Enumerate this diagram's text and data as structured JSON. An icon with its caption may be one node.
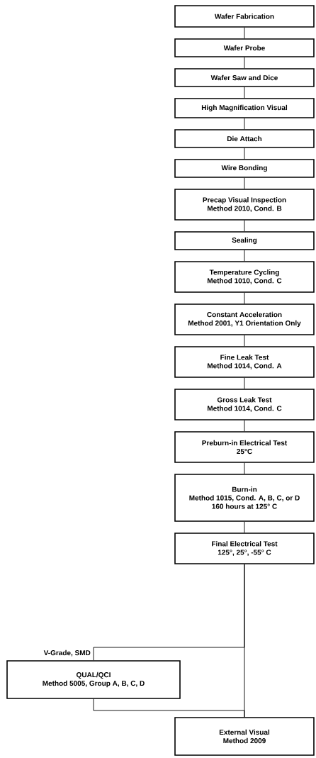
{
  "diagram": {
    "nodes": [
      {
        "text": [
          "Wafer Fabrication"
        ]
      },
      {
        "text": [
          "Wafer Probe"
        ]
      },
      {
        "text": [
          "Wafer Saw and Dice"
        ]
      },
      {
        "text": [
          "High Magnification Visual"
        ]
      },
      {
        "text": [
          "Die Attach"
        ]
      },
      {
        "text": [
          "Wire Bonding"
        ]
      },
      {
        "text": [
          "Precap Visual Inspection",
          "Method 2010, Cond. B"
        ]
      },
      {
        "text": [
          "Sealing"
        ]
      },
      {
        "text": [
          "Temperature Cycling",
          "Method 1010, Cond. C"
        ]
      },
      {
        "text": [
          "Constant Acceleration",
          "Method 2001, Y1 Orientation Only"
        ]
      },
      {
        "text": [
          "Fine Leak Test",
          "Method 1014, Cond. A"
        ]
      },
      {
        "text": [
          "Gross Leak Test",
          "Method 1014, Cond. C"
        ]
      },
      {
        "text": [
          "Preburn-in Electrical Test",
          "25°C"
        ]
      },
      {
        "text": [
          "Burn-in",
          "Method 1015, Cond. A, B, C, or D",
          "160 hours at 125° C"
        ]
      },
      {
        "text": [
          "Final Electrical Test",
          "125°, 25°, -55° C"
        ]
      },
      {
        "text": [
          "QUAL/QCI",
          "Method 5005, Group A, B, C, D"
        ]
      },
      {
        "text": [
          "External Visual",
          "Method 2009"
        ]
      }
    ],
    "edges": [
      {
        "from": 0,
        "to": 1,
        "arrow": "none"
      },
      {
        "from": 1,
        "to": 2,
        "arrow": "none"
      },
      {
        "from": 2,
        "to": 3,
        "arrow": "none"
      },
      {
        "from": 3,
        "to": 4,
        "arrow": "none"
      },
      {
        "from": 4,
        "to": 5,
        "arrow": "none"
      },
      {
        "from": 5,
        "to": 6,
        "arrow": "none"
      },
      {
        "from": 6,
        "to": 7,
        "arrow": "none"
      },
      {
        "from": 7,
        "to": 8,
        "arrow": "none"
      },
      {
        "from": 8,
        "to": 9,
        "arrow": "none"
      },
      {
        "from": 9,
        "to": 10,
        "arrow": "none"
      },
      {
        "from": 10,
        "to": 11,
        "arrow": "none"
      },
      {
        "from": 11,
        "to": 12,
        "arrow": "none"
      },
      {
        "from": 12,
        "to": 13,
        "arrow": "none"
      },
      {
        "from": 13,
        "to": 14,
        "arrow": "none"
      },
      {
        "from": 14,
        "to": 15,
        "arrow": "none",
        "label": "V-Grade, SMD"
      },
      {
        "from": 15,
        "to": 16,
        "arrow": "none"
      },
      {
        "from": 14,
        "to": 16,
        "arrow": "none"
      }
    ]
  }
}
